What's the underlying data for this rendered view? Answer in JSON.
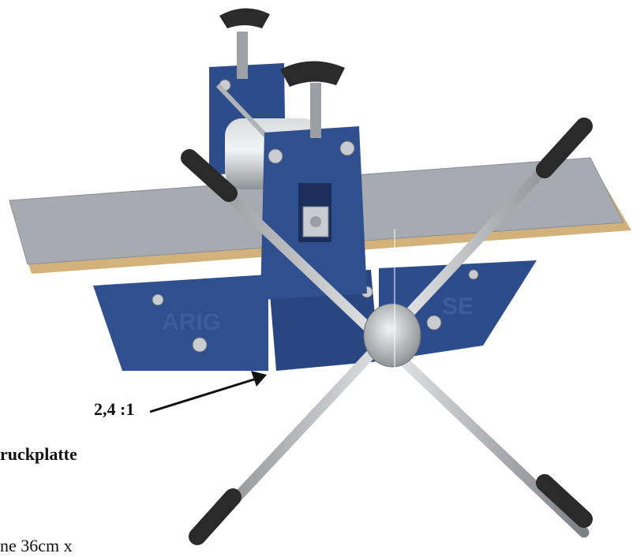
{
  "photo": {
    "subject": "etching-press",
    "embossed_text_left": "ARIG",
    "embossed_text_right": "SE",
    "colors": {
      "frame_blue": "#2f4f8f",
      "plate_grey": "#a7abb1",
      "wood_edge": "#d2b27a",
      "steel": "#b9bcc0",
      "grip_black": "#2a2a2a"
    }
  },
  "annotations": {
    "ratio_label": "2,4 :1",
    "plate_label": "ruckplatte",
    "dims_label": "ne 36cm x"
  }
}
